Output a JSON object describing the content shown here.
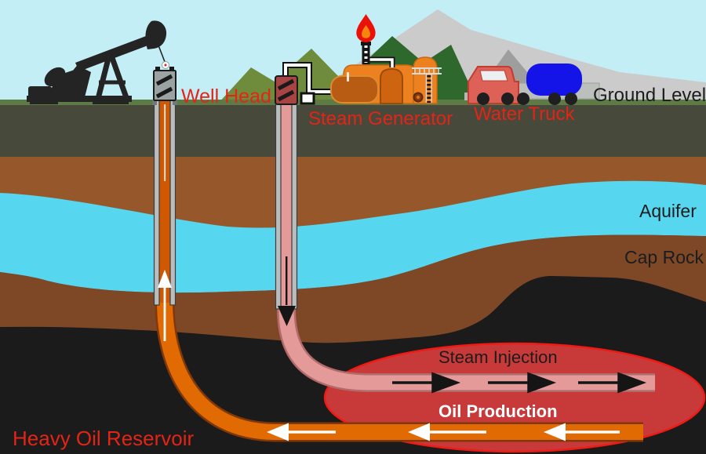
{
  "title": "Steam injection heavy oil recovery diagram",
  "labels": {
    "well_head": "Well Head",
    "steam_generator": "Steam Generator",
    "water_truck": "Water Truck",
    "ground_level": "Ground Level",
    "aquifer": "Aquifer",
    "cap_rock": "Cap Rock",
    "steam_injection": "Steam Injection",
    "oil_production": "Oil Production",
    "heavy_oil_reservoir": "Heavy Oil Reservoir"
  },
  "colors": {
    "label_red": "#e32417",
    "label_black": "#1c1c1c",
    "production_text_white": "#ffffff",
    "sky": "#c3eef6",
    "mountain_gray": "#cbcbcb",
    "hill_olive": "#6f8c3d",
    "mountain_green": "#2e682c",
    "grass": "#5e7b45",
    "topsoil": "#47493b",
    "overburden_brown": "#96582a",
    "aquifer_blue": "#57d6f0",
    "cap_rock_brown": "#7e4827",
    "reservoir_black": "#1b1b1b",
    "steam_chamber_red": "#c83a3a",
    "chamber_outline_red": "#ef1a14",
    "steam_pink": "#e59a9a",
    "oil_orange": "#e26a02",
    "equipment_orange": "#ed8120",
    "tank_orange": "#b85c14",
    "truck_red": "#dd6156",
    "water_tank_blue": "#1414e8",
    "casing_gray": "#b9bdbd",
    "flame_red": "#ea1208",
    "flame_orange": "#f5870f"
  }
}
